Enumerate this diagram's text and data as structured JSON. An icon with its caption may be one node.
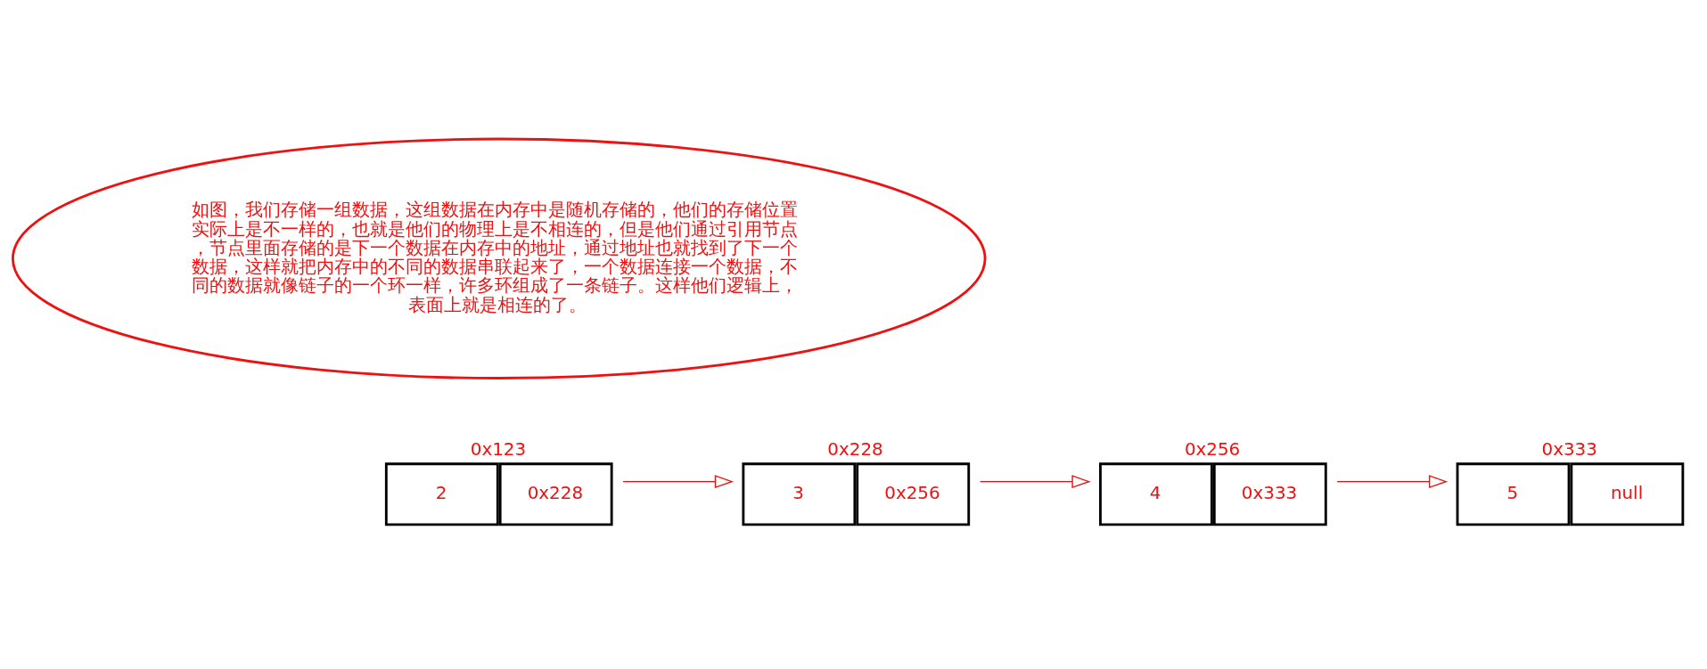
{
  "diagram": {
    "nodes": [
      {
        "text": [
          "如图，我们存储一组数据，这组数据在内存中是随机存储的，他们的存储位置实际上是不一样的，也就是他们的物理上是不相连的，但是他们通过引用节点，节点里面存储的是下一个数据在内存中的地址，通过地址也就找到了下一个数据，这样就把内存中的不同的数据串联起来了，一个数据连接一个数据，不同的数据就像链子的一个环一样，许多环组成了一条链子。这样他们逻辑上，表面上就是相连的了。"
        ]
      },
      {
        "text": [
          "2",
          "0x228"
        ],
        "beside": [
          "0x123"
        ]
      },
      {
        "text": [
          "3",
          "0x256"
        ],
        "beside": [
          "0x228"
        ]
      },
      {
        "text": [
          "4",
          "0x333"
        ],
        "beside": [
          "0x256"
        ]
      },
      {
        "text": [
          "5",
          "null"
        ],
        "beside": [
          "0x333"
        ]
      }
    ],
    "edges": [
      {
        "from": 1,
        "to": 2,
        "arrow": "to"
      },
      {
        "from": 2,
        "to": 3,
        "arrow": "to"
      },
      {
        "from": 3,
        "to": 4,
        "arrow": "to"
      }
    ]
  }
}
